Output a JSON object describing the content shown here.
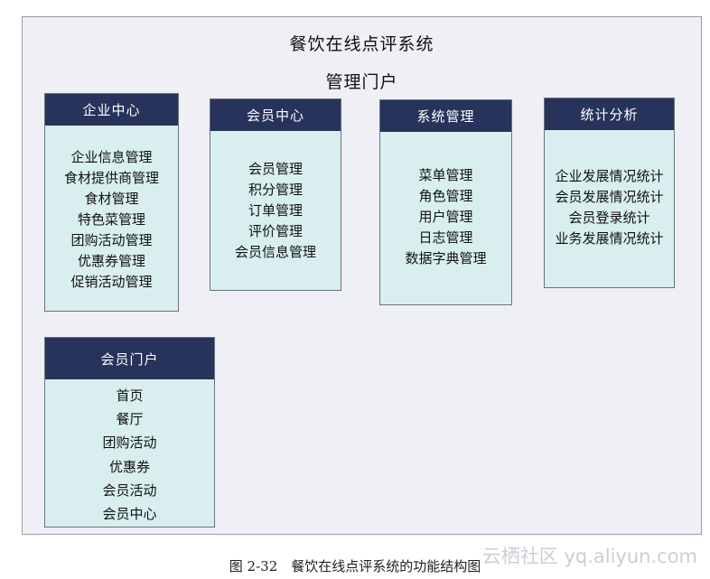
{
  "diagram": {
    "title": "餐饮在线点评系统",
    "subtitle": "管理门户",
    "modules": [
      {
        "title": "企业中心",
        "items": [
          "企业信息管理",
          "食材提供商管理",
          "食材管理",
          "特色菜管理",
          "团购活动管理",
          "优惠券管理",
          "促销活动管理"
        ]
      },
      {
        "title": "会员中心",
        "items": [
          "会员管理",
          "积分管理",
          "订单管理",
          "评价管理",
          "会员信息管理"
        ]
      },
      {
        "title": "系统管理",
        "items": [
          "菜单管理",
          "角色管理",
          "用户管理",
          "日志管理",
          "数据字典管理"
        ]
      },
      {
        "title": "统计分析",
        "items": [
          "企业发展情况统计",
          "会员发展情况统计",
          "会员登录统计",
          "业务发展情况统计"
        ]
      },
      {
        "title": "会员门户",
        "items": [
          "首页",
          "餐厅",
          "团购活动",
          "优惠券",
          "会员活动",
          "会员中心"
        ]
      }
    ]
  },
  "caption": "图 2-32　餐饮在线点评系统的功能结构图",
  "watermark": "云栖社区 yq.aliyun.com",
  "colors": {
    "header_bg": "#27335a",
    "module_bg": "#d9efef",
    "frame_bg": "#eff0f6"
  }
}
